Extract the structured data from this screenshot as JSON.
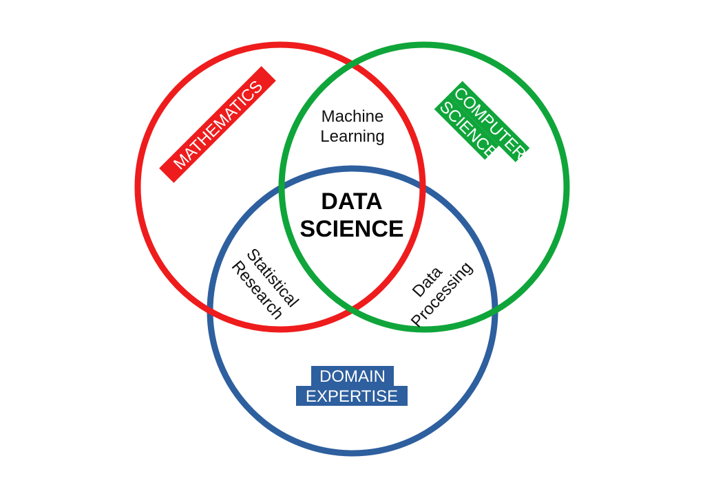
{
  "colors": {
    "mathematics": "#ee1c1c",
    "computer_science": "#0fa53a",
    "domain_expertise": "#2e5f9e",
    "background": "#ffffff"
  },
  "circles": {
    "mathematics": {
      "label_lines": [
        "MATHEMATICS"
      ]
    },
    "computer_science": {
      "label_lines": [
        "COMPUTER",
        "SCIENCE"
      ]
    },
    "domain_expertise": {
      "label_lines": [
        "DOMAIN",
        "EXPERTISE"
      ]
    }
  },
  "overlaps": {
    "machine_learning": [
      "Machine",
      "Learning"
    ],
    "statistical_research": [
      "Statistical",
      "Research"
    ],
    "data_processing": [
      "Data",
      "Processing"
    ]
  },
  "center": [
    "DATA",
    "SCIENCE"
  ]
}
